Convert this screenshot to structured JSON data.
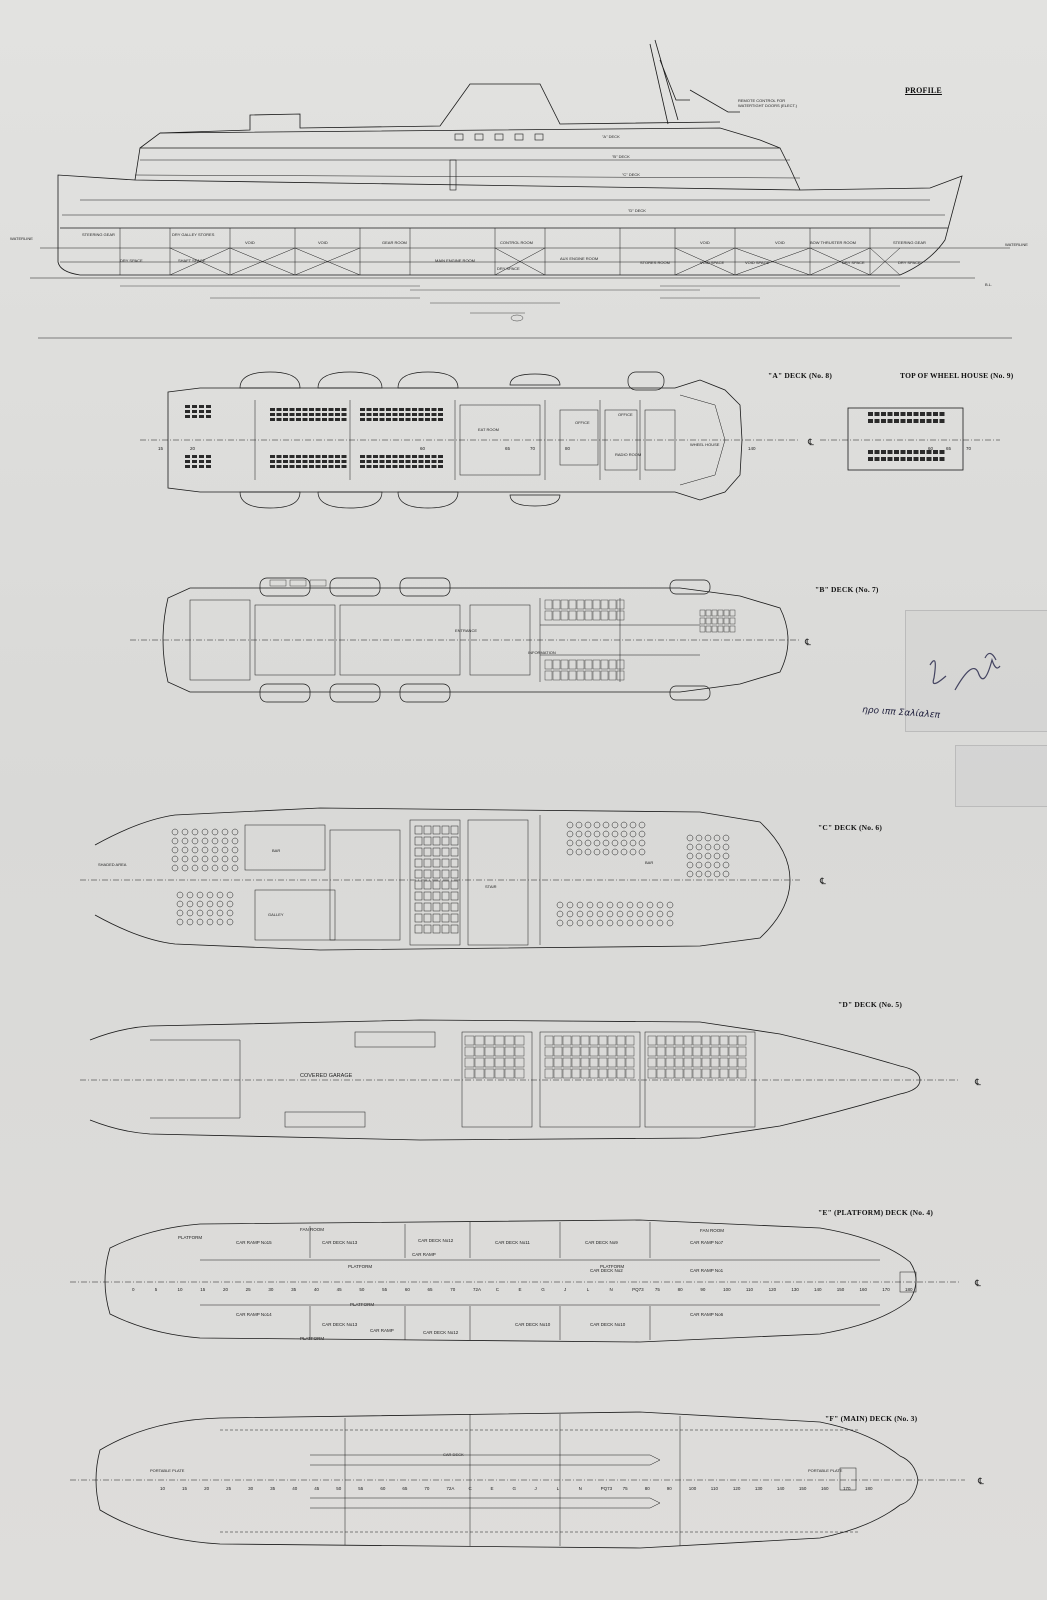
{
  "profile": {
    "title": "PROFILE",
    "remote_note": "REMOTE CONTROL FOR WATERTIGHT DOORS (ELECT.)",
    "deck_marks": [
      "\"A\" DECK",
      "\"B\" DECK",
      "\"C\" DECK",
      "\"D\" DECK"
    ],
    "waterline_left": "WATERLINE",
    "waterline_right": "WATERLINE",
    "bl_mark": "B.L.",
    "compartments": [
      "STEERING GEAR",
      "DRY GALLEY STORES",
      "VOID",
      "VOID",
      "GEAR ROOM",
      "CONTROL ROOM",
      "AUX ENGINE ROOM",
      "VOID",
      "VOID",
      "BOW THRUSTER ROOM",
      "STEERING GEAR"
    ],
    "lower_spaces": [
      "DRY SPACE",
      "SHAFT SPACE",
      "MAIN ENGINE ROOM",
      "DRY SPACE",
      "STORES ROOM",
      "VOID SPACE",
      "VOID SPACE",
      "DRY SPACE",
      "DRY SPACE"
    ]
  },
  "decks": {
    "a": {
      "title": "\"A\" DECK  (No. 8)",
      "frames": [
        "15",
        "20",
        "60",
        "65",
        "70",
        "80",
        "140"
      ],
      "rooms": [
        "EAT ROOM",
        "OFFICE",
        "OFFICE",
        "RADIO ROOM",
        "WHEEL HOUSE"
      ]
    },
    "top": {
      "title": "TOP OF WHEEL HOUSE  (No. 9)",
      "frames": [
        "60",
        "65",
        "70"
      ]
    },
    "b": {
      "title": "\"B\" DECK  (No. 7)",
      "rooms": [
        "ENTRANCE",
        "INFORMATION"
      ]
    },
    "c": {
      "title": "\"C\" DECK  (No. 6)",
      "rooms": [
        "SHADED AREA",
        "GALLEY",
        "BAR",
        "BAR",
        "STAIR"
      ]
    },
    "d": {
      "title": "\"D\" DECK  (No. 5)",
      "rooms": [
        "COVERED GARAGE"
      ]
    },
    "e": {
      "title": "\"E\"  (PLATFORM) DECK  (No. 4)",
      "rooms_top": [
        "CAR RAMP No15",
        "CAR DECK No13",
        "CAR DECK No12",
        "CAR RAMP",
        "CAR DECK No11",
        "CAR DECK No9",
        "CAR RAMP No7",
        "FAN ROOM",
        "FAN ROOM",
        "PLATFORM",
        "PLATFORM",
        "PLATFORM"
      ],
      "rooms_mid": [
        "CAR DECK No2",
        "CAR RAMP No1"
      ],
      "rooms_bottom": [
        "CAR RAMP No14",
        "CAR DECK No13",
        "CAR RAMP",
        "CAR DECK No12",
        "CAR DECK No10",
        "CAR DECK No10",
        "CAR RAMP No6",
        "PLATFORM",
        "PLATFORM"
      ],
      "frames": [
        "0",
        "5",
        "10",
        "15",
        "20",
        "25",
        "30",
        "35",
        "40",
        "45",
        "50",
        "55",
        "60",
        "65",
        "70",
        "72A",
        "C",
        "E",
        "G",
        "J",
        "L",
        "N",
        "PQ73",
        "75",
        "80",
        "90",
        "100",
        "110",
        "120",
        "130",
        "140",
        "150",
        "160",
        "170",
        "180"
      ]
    },
    "f": {
      "title": "\"F\"  (MAIN) DECK  (No. 3)",
      "rooms": [
        "PORTABLE PLATE",
        "PORTABLE PLATE",
        "CAR DECK"
      ],
      "frames": [
        "10",
        "15",
        "20",
        "25",
        "30",
        "35",
        "40",
        "45",
        "50",
        "55",
        "60",
        "65",
        "70",
        "72A",
        "C",
        "E",
        "G",
        "J",
        "L",
        "N",
        "PQ73",
        "75",
        "80",
        "90",
        "100",
        "110",
        "120",
        "130",
        "140",
        "150",
        "160",
        "170",
        "180"
      ]
    }
  },
  "centerline_mark": "℄",
  "annotation": "ηρο ιππ Σαλίαλεπ"
}
